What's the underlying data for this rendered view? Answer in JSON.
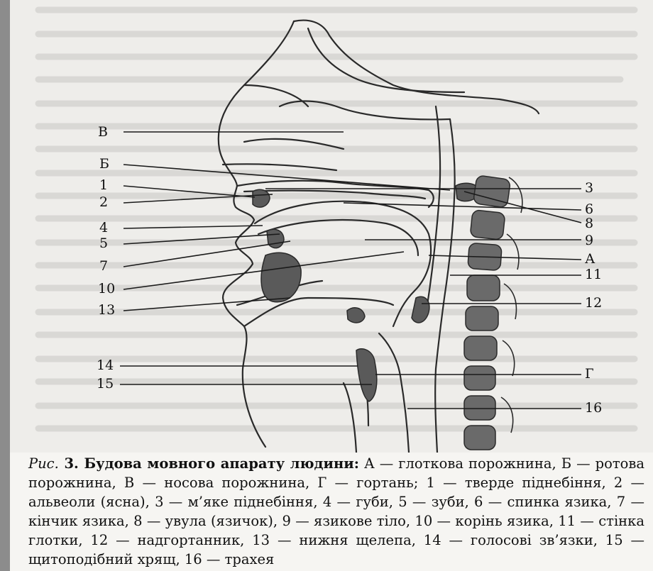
{
  "diagram": {
    "labels": {
      "V": "В",
      "B": "Б",
      "n1": "1",
      "n2": "2",
      "n4": "4",
      "n5": "5",
      "n7": "7",
      "n10": "10",
      "n13": "13",
      "n14": "14",
      "n15": "15",
      "n3": "3",
      "n6": "6",
      "n8": "8",
      "n9": "9",
      "A": "А",
      "n11": "11",
      "n12": "12",
      "G": "Г",
      "n16": "16"
    }
  },
  "caption": {
    "prefix": "Рис.",
    "number": " 3. ",
    "title": "Будова мовного апарату людини:",
    "body": " А — глоткова порожнина, Б — ротова порожнина, В — носова порожнина, Г — гортань; 1 — тверде піднебіння, 2 — альвеоли (ясна), 3 — м’яке піднебіння, 4 — губи, 5 — зуби, 6 — спинка язика, 7 — кінчик язика, 8 — увула (язичок), 9 — язикове тіло, 10 — корінь язика, 11 — стінка глотки, 12 — надгортанник, 13 — нижня щелепа, 14 — голосові зв’язки, 15 — щитоподібний хрящ, 16 — трахея"
  }
}
